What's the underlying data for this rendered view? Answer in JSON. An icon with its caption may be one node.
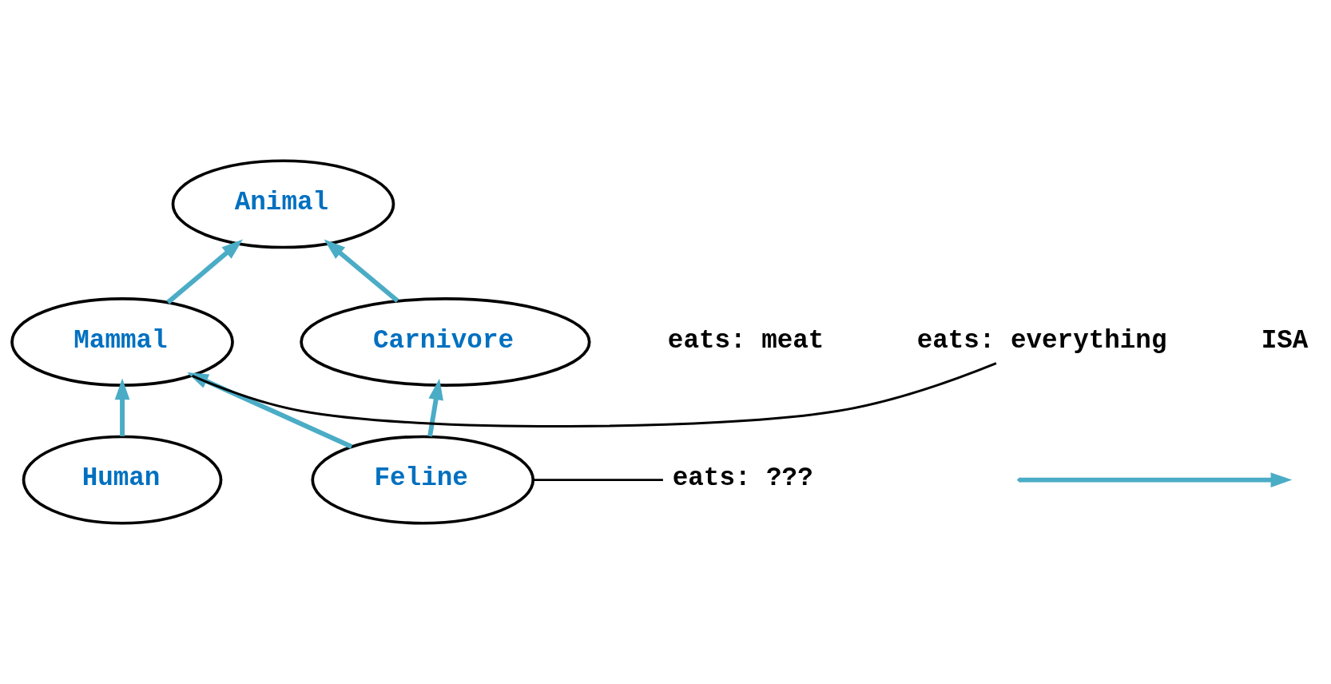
{
  "diagram": {
    "nodes": [
      {
        "text": [
          "Animal"
        ]
      },
      {
        "text": [
          "Mammal"
        ]
      },
      {
        "text": [
          "Carnivore"
        ],
        "beside": [
          "eats: meat"
        ]
      },
      {
        "text": [
          "Human"
        ]
      },
      {
        "text": [
          "Feline"
        ]
      },
      {
        "text": [
          "eats: everything"
        ]
      },
      {
        "text": [
          "eats: ???"
        ]
      }
    ],
    "edges": [
      {
        "from": 1,
        "to": 0,
        "arrow": "to"
      },
      {
        "from": 2,
        "to": 0,
        "arrow": "to"
      },
      {
        "from": 3,
        "to": 1,
        "arrow": "to"
      },
      {
        "from": 4,
        "to": 1,
        "arrow": "to"
      },
      {
        "from": 4,
        "to": 2,
        "arrow": "to"
      },
      {
        "from": 5,
        "to": 1,
        "arrow": "none",
        "color": "#000000"
      },
      {
        "from": 6,
        "to": 4,
        "arrow": "none",
        "color": "#000000"
      }
    ],
    "legend": [
      {
        "text": "ISA"
      }
    ]
  }
}
